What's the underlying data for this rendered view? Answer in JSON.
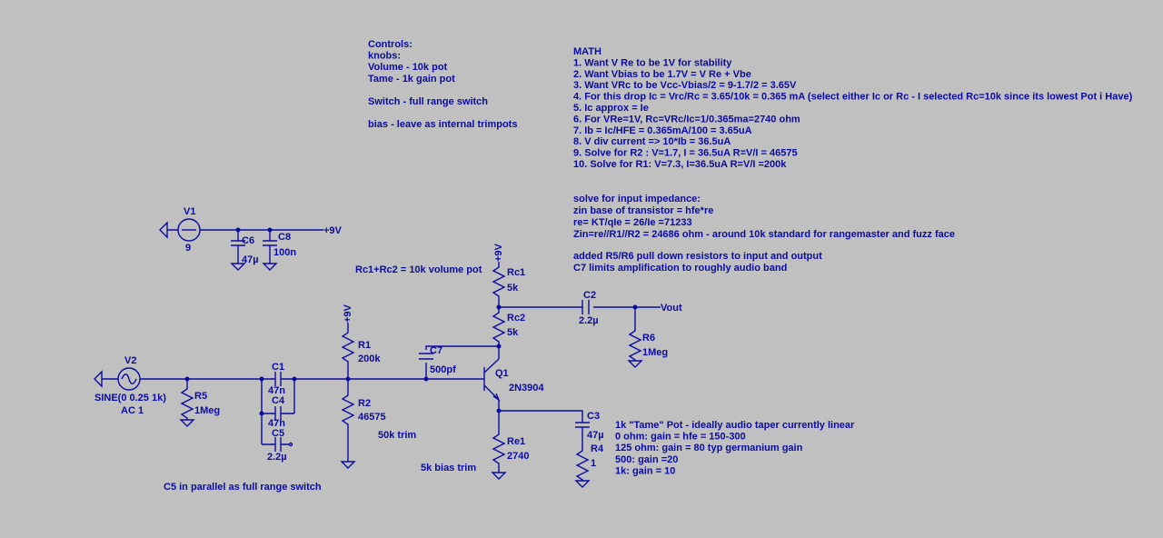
{
  "colors": {
    "background": "#c0c0c0",
    "ink": "#0b0ba0"
  },
  "notes": {
    "controls": [
      "Controls:",
      "knobs:",
      "Volume - 10k pot",
      "Tame - 1k gain pot",
      "",
      "Switch - full range switch",
      "",
      "bias - leave as internal trimpots"
    ],
    "math": [
      "MATH",
      "1. Want V Re to be 1V for stability",
      "2. Want Vbias to be 1.7V = V Re + Vbe",
      "3. Want VRc to be Vcc-Vbias/2 = 9-1.7/2 = 3.65V",
      "4. For this drop Ic = Vrc/Rc = 3.65/10k = 0.365 mA  (select either Ic or Rc - I selected Rc=10k since its lowest Pot i Have)",
      "5. Ic approx = Ie",
      "6. For VRe=1V, Rc=VRc/Ic=1/0.365ma=2740 ohm",
      "7. Ib = Ic/HFE = 0.365mA/100 = 3.65uA",
      "8. V div current => 10*Ib = 36.5uA",
      "9. Solve for R2 : V=1.7, I = 36.5uA   R=V/I = 46575",
      "10. Solve for R1: V=7.3, I=36.5uA R=V/I =200k"
    ],
    "impedance": [
      "solve for input impedance:",
      "zin base of transistor = hfe*re",
      "re= KT/qIe = 26/Ie =71233",
      "Zin=re//R1//R2 = 24686 ohm     - around 10k standard for rangemaster and fuzz face"
    ],
    "pulldown": [
      "added R5/R6 pull down resistors to input and output",
      "C7 limits amplification to roughly audio band"
    ],
    "tame": [
      "1k \"Tame\" Pot - ideally audio taper currently linear",
      "0 ohm: gain = hfe = 150-300",
      "125 ohm: gain = 80 typ germanium gain",
      "500: gain =20",
      "1k: gain = 10"
    ],
    "volume": "Rc1+Rc2 = 10k volume pot",
    "trim50": "50k trim",
    "trim5": "5k bias trim",
    "c5note": "C5 in parallel as full range switch"
  },
  "components": {
    "V1": {
      "name": "V1",
      "value": "9"
    },
    "V2": {
      "name": "V2",
      "value": "SINE(0 0.25 1k)",
      "value2": "AC 1"
    },
    "C6": {
      "name": "C6",
      "value": "47µ"
    },
    "C8": {
      "name": "C8",
      "value": "100n"
    },
    "C1": {
      "name": "C1",
      "value": "47n"
    },
    "C4": {
      "name": "C4",
      "value": "47n"
    },
    "C5": {
      "name": "C5",
      "value": "2.2µ"
    },
    "C7": {
      "name": "C7",
      "value": "500pf"
    },
    "C2": {
      "name": "C2",
      "value": "2.2µ"
    },
    "C3": {
      "name": "C3",
      "value": "47µ"
    },
    "R1": {
      "name": "R1",
      "value": "200k"
    },
    "R2": {
      "name": "R2",
      "value": "46575"
    },
    "R5": {
      "name": "R5",
      "value": "1Meg"
    },
    "R6": {
      "name": "R6",
      "value": "1Meg"
    },
    "R4": {
      "name": "R4",
      "value": "1"
    },
    "Rc1": {
      "name": "Rc1",
      "value": "5k"
    },
    "Rc2": {
      "name": "Rc2",
      "value": "5k"
    },
    "Re1": {
      "name": "Re1",
      "value": "2740"
    },
    "Q1": {
      "name": "Q1",
      "value": "2N3904"
    }
  },
  "nets": {
    "vcc": "+9V",
    "vout": "Vout"
  }
}
